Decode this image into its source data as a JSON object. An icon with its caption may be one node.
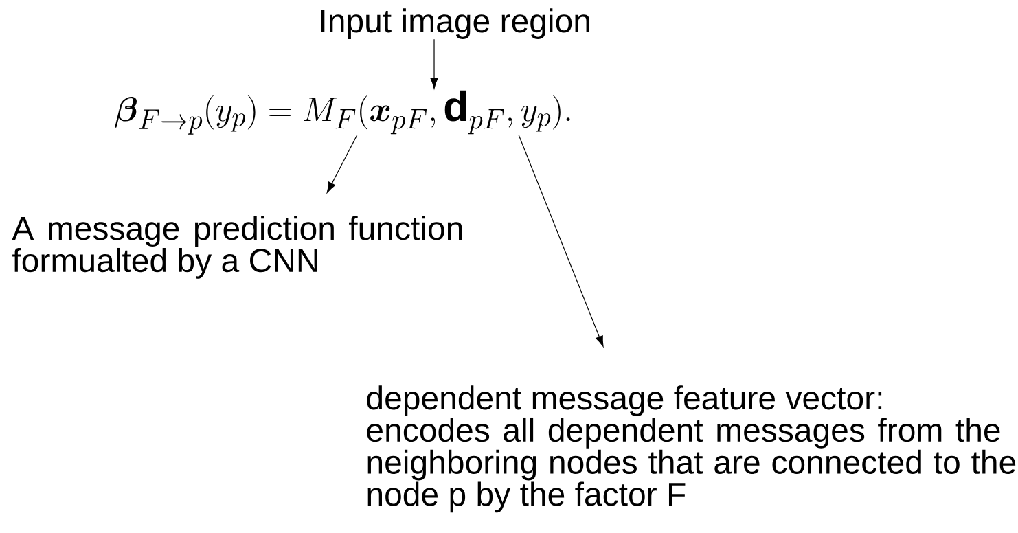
{
  "diagram": {
    "nodes": [
      {
        "text": [
          "Input image region"
        ]
      },
      {
        "text": [
          "\\boldsymbol{\\beta}_{F\\rightarrow p}(y_p) = M_F(\\boldsymbol{x}_{pF}, \\mathbf{d}_{pF}, y_p)."
        ]
      },
      {
        "text": [
          "A message prediction function formualted by a CNN"
        ]
      },
      {
        "text": [
          "dependent message feature vector:",
          "encodes all dependent messages from the neighboring nodes that are connected to the node p by the factor F"
        ]
      }
    ],
    "edges": [
      {
        "from": 0,
        "to": 1,
        "arrow": "to"
      },
      {
        "from": 1,
        "to": 2,
        "arrow": "to"
      },
      {
        "from": 1,
        "to": 3,
        "arrow": "to"
      }
    ]
  }
}
